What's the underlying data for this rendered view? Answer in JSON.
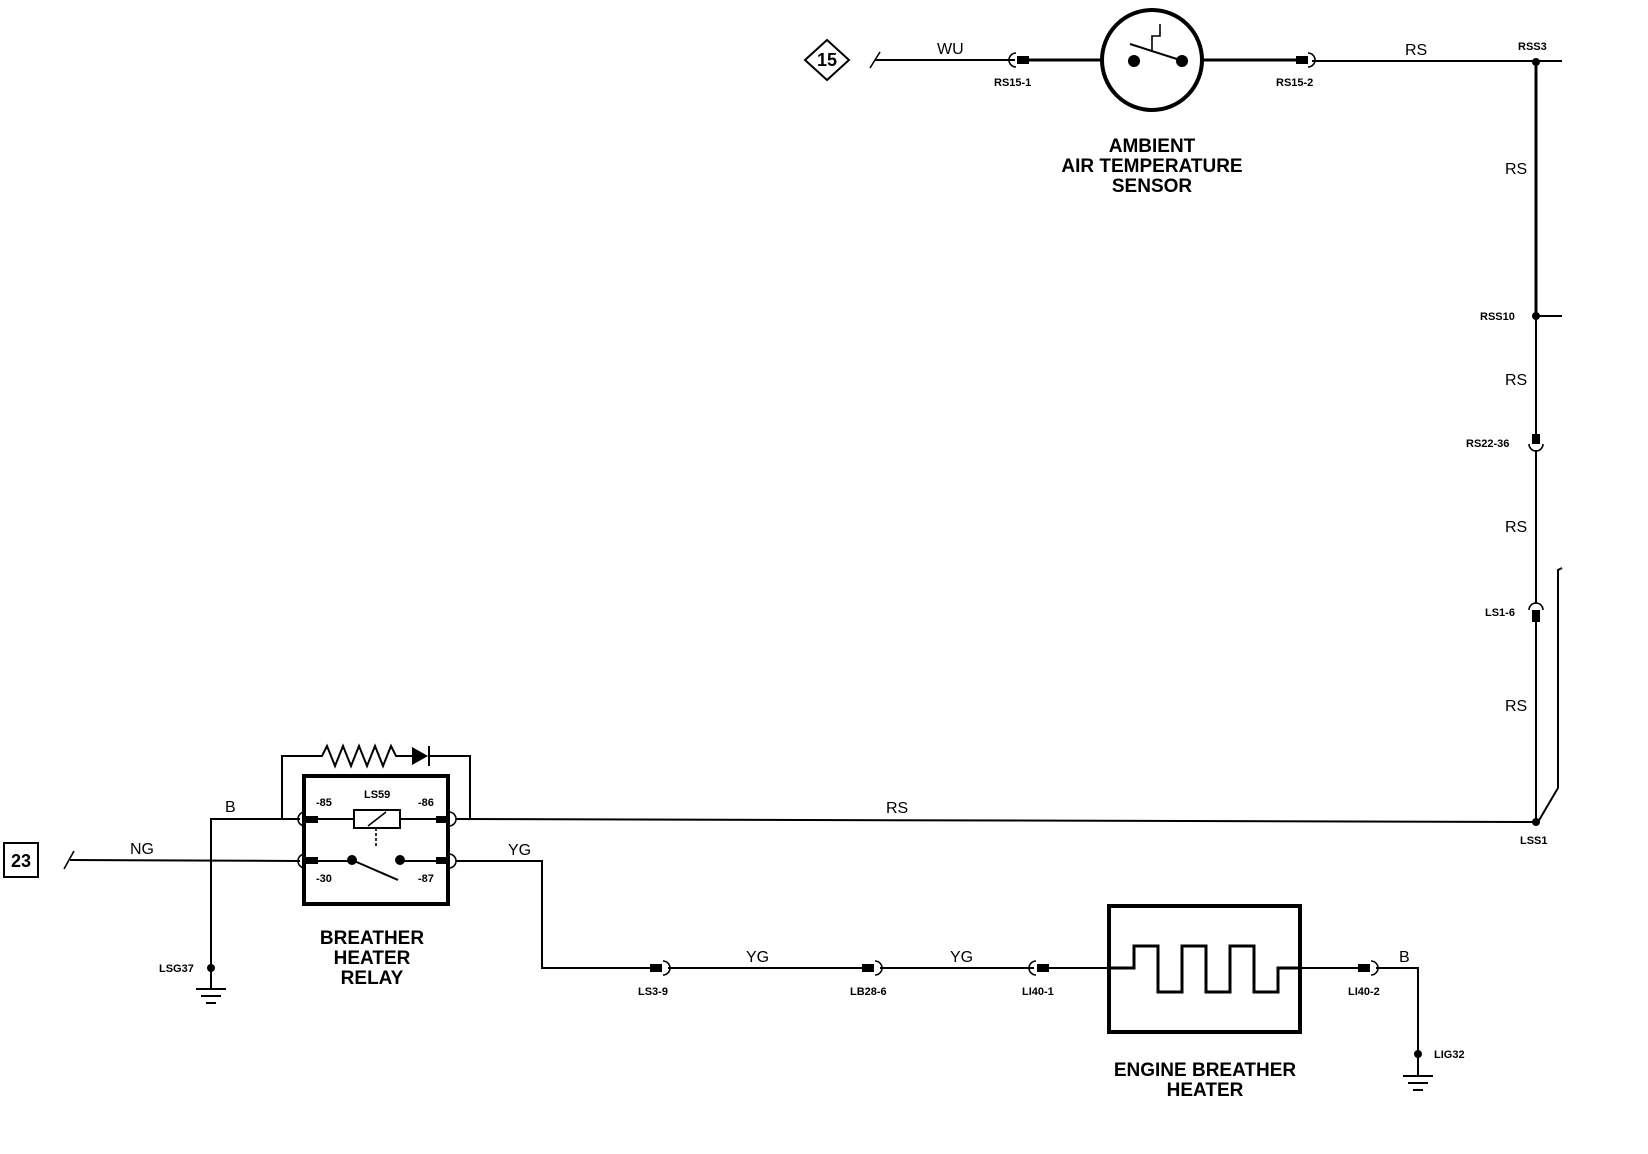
{
  "references": {
    "sheet_15": "15",
    "sheet_23": "23"
  },
  "wire_colors": {
    "wu": "WU",
    "rs_top": "RS",
    "rs_v1": "RS",
    "rs_v2": "RS",
    "rs_v3": "RS",
    "rs_v4": "RS",
    "rs_horizontal": "RS",
    "b_relay": "B",
    "ng": "NG",
    "yg_out": "YG",
    "yg_mid1": "YG",
    "yg_mid2": "YG",
    "b_heater": "B"
  },
  "connectors": {
    "rs15_1": "RS15-1",
    "rs15_2": "RS15-2",
    "rss3": "RSS3",
    "rss10": "RSS10",
    "rs22_36": "RS22-36",
    "ls1_6": "LS1-6",
    "lss1": "LSS1",
    "lsg37": "LSG37",
    "ls3_9": "LS3-9",
    "lb28_6": "LB28-6",
    "li40_1": "LI40-1",
    "li40_2": "LI40-2",
    "lig32": "LIG32"
  },
  "relay": {
    "id": "LS59",
    "pin_85": "-85",
    "pin_86": "-86",
    "pin_30": "-30",
    "pin_87": "-87"
  },
  "components": {
    "sensor": [
      "AMBIENT",
      "AIR TEMPERATURE",
      "SENSOR"
    ],
    "relay": [
      "BREATHER",
      "HEATER",
      "RELAY"
    ],
    "heater": [
      "ENGINE BREATHER",
      "HEATER"
    ]
  }
}
